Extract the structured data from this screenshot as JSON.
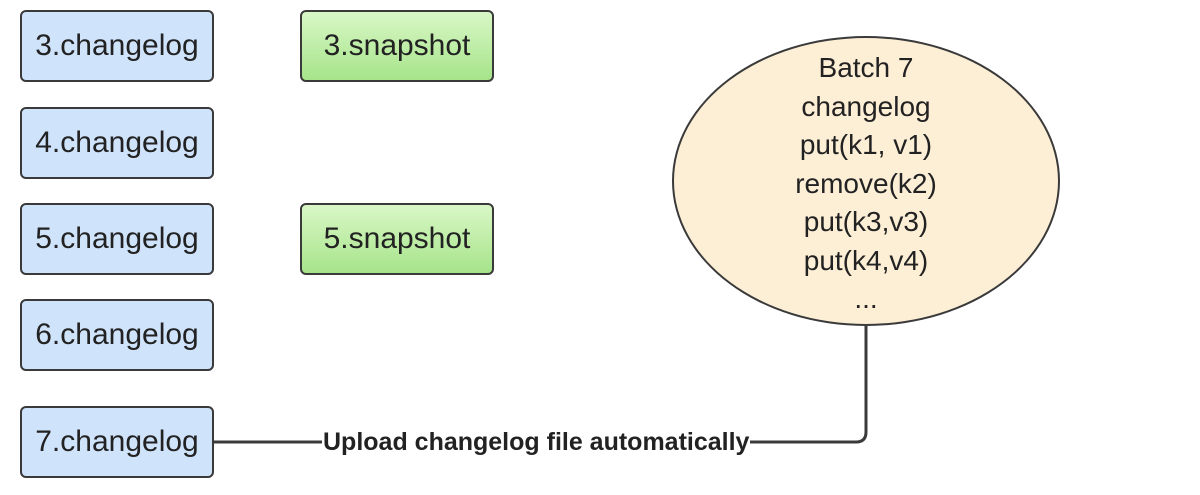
{
  "changelogs": [
    "3.changelog",
    "4.changelog",
    "5.changelog",
    "6.changelog",
    "7.changelog"
  ],
  "snapshots": [
    "3.snapshot",
    "5.snapshot"
  ],
  "batch": {
    "lines": [
      "Batch 7",
      "changelog",
      "put(k1, v1)",
      "remove(k2)",
      "put(k3,v3)",
      "put(k4,v4)",
      "..."
    ]
  },
  "connector": {
    "label": "Upload changelog file automatically"
  },
  "colors": {
    "changelog_fill": "#cfe3fb",
    "snapshot_fill": "#a6e48a",
    "batch_fill": "#fdefd6",
    "stroke": "#3a3a3a"
  }
}
